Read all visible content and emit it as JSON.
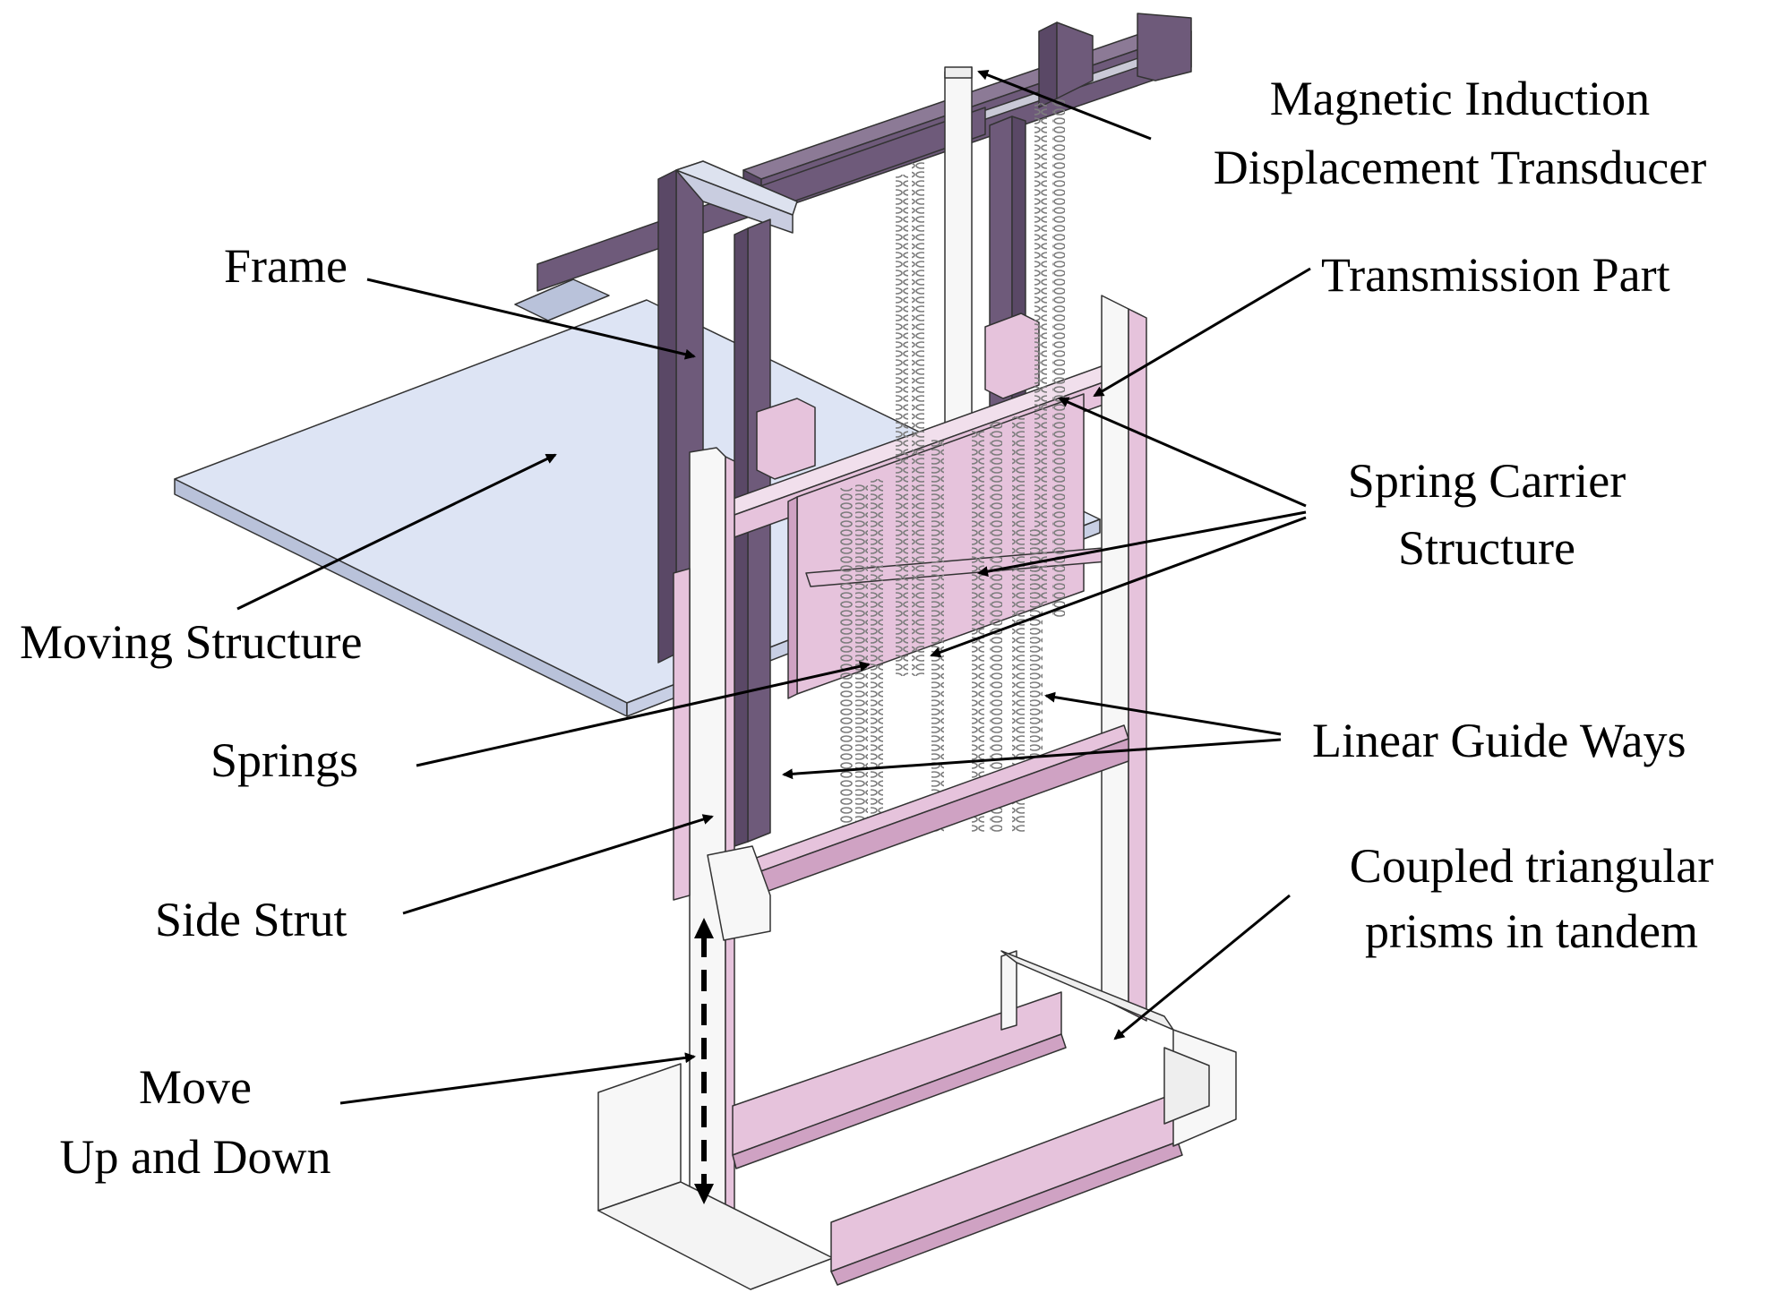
{
  "labels": {
    "transducer_line1": "Magnetic Induction",
    "transducer_line2": "Displacement Transducer",
    "frame": "Frame",
    "transmission": "Transmission Part",
    "spring_carrier_line1": "Spring Carrier",
    "spring_carrier_line2": "Structure",
    "moving_structure": "Moving Structure",
    "springs": "Springs",
    "guide_ways": "Linear Guide Ways",
    "prisms_line1": "Coupled triangular",
    "prisms_line2": "prisms in tandem",
    "side_strut": "Side Strut",
    "move_line1": "Move",
    "move_line2": "Up and Down"
  },
  "colors": {
    "frame_dark": "#6e5a7a",
    "frame_side": "#5a4866",
    "pink": "#e6c3dc",
    "pink_dark": "#cfa2c3",
    "plate": "#dde4f4",
    "plate_edge": "#b9c2da",
    "white_part": "#f7f7f7",
    "outline": "#333333",
    "spring": "#8a8a8a",
    "arrow": "#000000"
  }
}
